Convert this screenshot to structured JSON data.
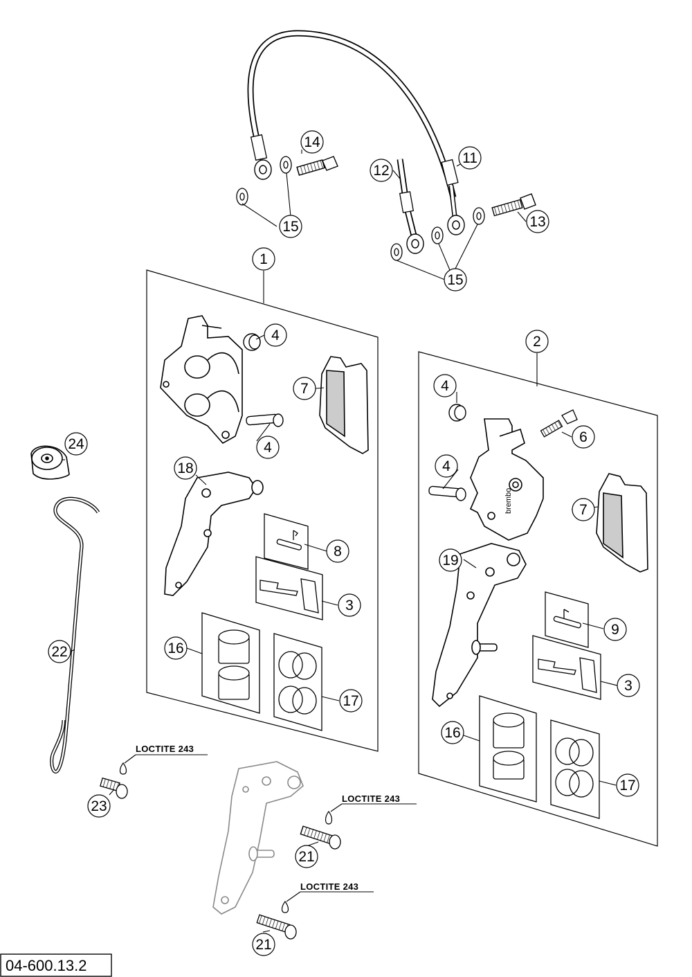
{
  "diagram": {
    "document_code": "04-600.13.2",
    "callouts": {
      "c1": "1",
      "c2": "2",
      "c3a": "3",
      "c3b": "3",
      "c4a": "4",
      "c4b": "4",
      "c4c": "4",
      "c4d": "4",
      "c6": "6",
      "c7a": "7",
      "c7b": "7",
      "c8": "8",
      "c9": "9",
      "c11": "11",
      "c12": "12",
      "c13": "13",
      "c14": "14",
      "c15a": "15",
      "c15b": "15",
      "c16a": "16",
      "c16b": "16",
      "c17a": "17",
      "c17b": "17",
      "c18": "18",
      "c19": "19",
      "c21a": "21",
      "c21b": "21",
      "c22": "22",
      "c23": "23",
      "c24": "24"
    },
    "annotations": {
      "loctite_a": "LOCTITE 243",
      "loctite_b": "LOCTITE 243",
      "loctite_c": "LOCTITE 243"
    }
  }
}
